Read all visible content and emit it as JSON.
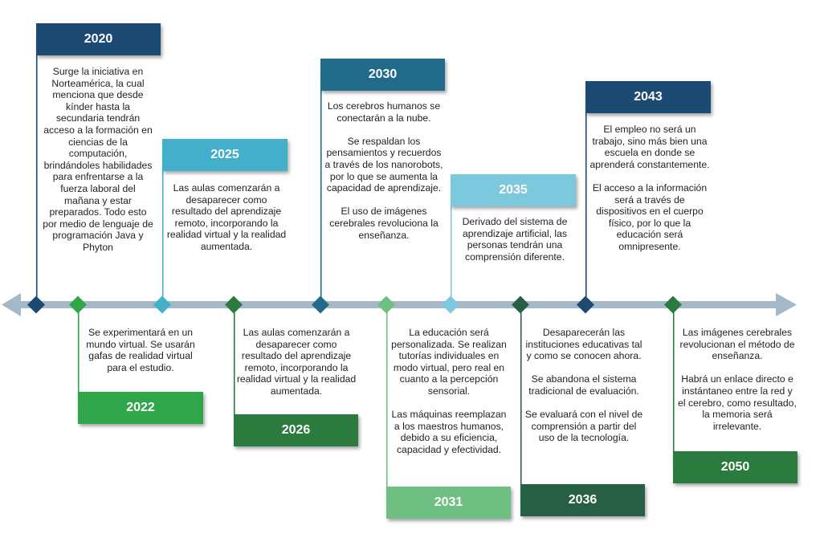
{
  "colors": {
    "axis": "#a3b9c9",
    "navy": "#1c4a72",
    "teal_dark": "#226a8a",
    "cyan": "#43afcb",
    "light_cyan": "#7cc8dc",
    "green": "#2fa64a",
    "dark_green": "#2b7a3e",
    "light_green": "#6ebf81",
    "forest": "#275f45"
  },
  "milestones": [
    {
      "year": "2020",
      "position": "top",
      "color": "#1c4a72",
      "paragraphs": [
        "Surge la iniciativa en Norteamérica, la cual menciona que desde kínder hasta la secundaria  tendrán acceso a  la formación en ciencias de la computación, brindándoles habilidades para enfrentarse a la fuerza laboral del mañana y estar preparados. Todo esto por medio de lenguaje de programación Java y Phyton"
      ]
    },
    {
      "year": "2022",
      "position": "bottom",
      "color": "#2fa64a",
      "paragraphs": [
        "Se experimentará en un mundo virtual. Se usarán gafas de realidad virtual para el estudio."
      ]
    },
    {
      "year": "2025",
      "position": "top",
      "color": "#43afcb",
      "paragraphs": [
        "Las aulas comenzarán a desaparecer como resultado del aprendizaje remoto, incorporando la realidad virtual y la realidad aumentada."
      ]
    },
    {
      "year": "2026",
      "position": "bottom",
      "color": "#2b7a3e",
      "paragraphs": [
        "Las aulas comenzarán a desaparecer como resultado del aprendizaje remoto, incorporando la realidad virtual y la realidad aumentada."
      ]
    },
    {
      "year": "2030",
      "position": "top",
      "color": "#226a8a",
      "paragraphs": [
        "Los cerebros humanos se conectarán a la nube.",
        "Se respaldan los pensamientos y recuerdos a través de los nanorobots, por lo que se aumenta la capacidad de aprendizaje.",
        "El uso de imágenes cerebrales revoluciona la enseñanza."
      ]
    },
    {
      "year": "2031",
      "position": "bottom",
      "color": "#6ebf81",
      "paragraphs": [
        "La educación será personalizada. Se realizan tutorías individuales en modo virtual, pero real en cuanto a la percepción sensorial.",
        "Las máquinas reemplazan a los maestros humanos, debido a su eficiencia, capacidad y efectividad."
      ]
    },
    {
      "year": "2035",
      "position": "top",
      "color": "#7cc8dc",
      "paragraphs": [
        "Derivado del sistema de aprendizaje artificial, las personas tendrán una comprensión diferente."
      ]
    },
    {
      "year": "2036",
      "position": "bottom",
      "color": "#275f45",
      "paragraphs": [
        "Desaparecerán las instituciones educativas tal y como se conocen ahora.",
        "Se abandona el sistema tradicional de evaluación.",
        "Se evaluará con el nivel de comprensión a partir del uso de la tecnología."
      ]
    },
    {
      "year": "2043",
      "position": "top",
      "color": "#1c4a72",
      "paragraphs": [
        "El empleo no será un trabajo, sino más  bien una escuela en donde se aprenderá constantemente.",
        "El acceso a la información será a través de dispositivos en el cuerpo físico, por lo que la educación será omnipresente."
      ]
    },
    {
      "year": "2050",
      "position": "bottom",
      "color": "#2b7a3e",
      "paragraphs": [
        "Las imágenes cerebrales revolucionan el método de enseñanza.",
        "Habrá un enlace directo e instántaneo entre la red y el cerebro, como resultado, la memoria será irrelevante."
      ]
    }
  ]
}
